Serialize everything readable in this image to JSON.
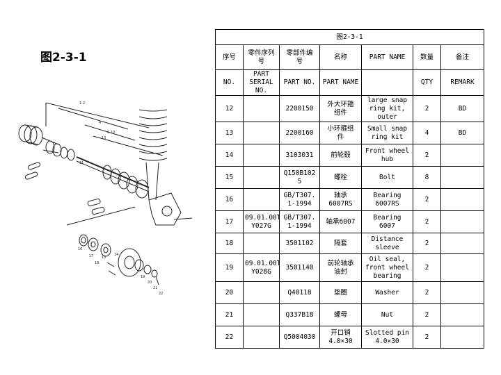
{
  "figure_label": "图2-3-1",
  "table": {
    "title": "图2-3-1",
    "header_cn": [
      "序号",
      "零件序列\n号",
      "零部件编\n号",
      "名称",
      "PART NAME",
      "数量",
      "备注"
    ],
    "header_en": [
      "NO.",
      "PART\nSERIAL NO.",
      "PART NO.",
      "PART NAME",
      "",
      "QTY",
      "REMARK"
    ],
    "rows": [
      {
        "no": "12",
        "serial": "",
        "part_no": "2200150",
        "name_cn": "外大环箍\n组件",
        "name_en": "large snap\nring kit,\nouter",
        "qty": "2",
        "remark": "BD"
      },
      {
        "no": "13",
        "serial": "",
        "part_no": "2200160",
        "name_cn": "小环箍组\n件",
        "name_en": "Small snap\nring kit",
        "qty": "4",
        "remark": "BD"
      },
      {
        "no": "14",
        "serial": "",
        "part_no": "3103031",
        "name_cn": "前轮毂",
        "name_en": "Front wheel\nhub",
        "qty": "2",
        "remark": ""
      },
      {
        "no": "15",
        "serial": "",
        "part_no": "Q150B102\n5",
        "name_cn": "螺栓",
        "name_en": "Bolt",
        "qty": "8",
        "remark": ""
      },
      {
        "no": "16",
        "serial": "",
        "part_no": "GB/T307.\n1-1994",
        "name_cn": "轴承\n6007RS",
        "name_en": "Bearing\n6007RS",
        "qty": "2",
        "remark": ""
      },
      {
        "no": "17",
        "serial": "09.01.00T\nY027G",
        "part_no": "GB/T307.\n1-1994",
        "name_cn": "轴承6007",
        "name_en": "Bearing\n6007",
        "qty": "2",
        "remark": ""
      },
      {
        "no": "18",
        "serial": "",
        "part_no": "3501102",
        "name_cn": "隔套",
        "name_en": "Distance\nsleeve",
        "qty": "2",
        "remark": ""
      },
      {
        "no": "19",
        "serial": "09.01.00T\nY028G",
        "part_no": "3501140",
        "name_cn": "前轮轴承\n油封",
        "name_en": "Oil seal,\nfront wheel\nbearing",
        "qty": "2",
        "remark": ""
      },
      {
        "no": "20",
        "serial": "",
        "part_no": "Q40118",
        "name_cn": "垫圈",
        "name_en": "Washer",
        "qty": "2",
        "remark": ""
      },
      {
        "no": "21",
        "serial": "",
        "part_no": "Q337B18",
        "name_cn": "螺母",
        "name_en": "Nut",
        "qty": "2",
        "remark": ""
      },
      {
        "no": "22",
        "serial": "",
        "part_no": "Q5004030",
        "name_cn": "开口销\n4.0×30",
        "name_en": "Slotted pin\n4.0×30",
        "qty": "2",
        "remark": ""
      }
    ]
  },
  "diagram": {
    "callouts": [
      "1-2",
      "4",
      "6-10",
      "13",
      "11",
      "14",
      "16",
      "15",
      "17",
      "18",
      "19",
      "20",
      "21",
      "22"
    ]
  }
}
